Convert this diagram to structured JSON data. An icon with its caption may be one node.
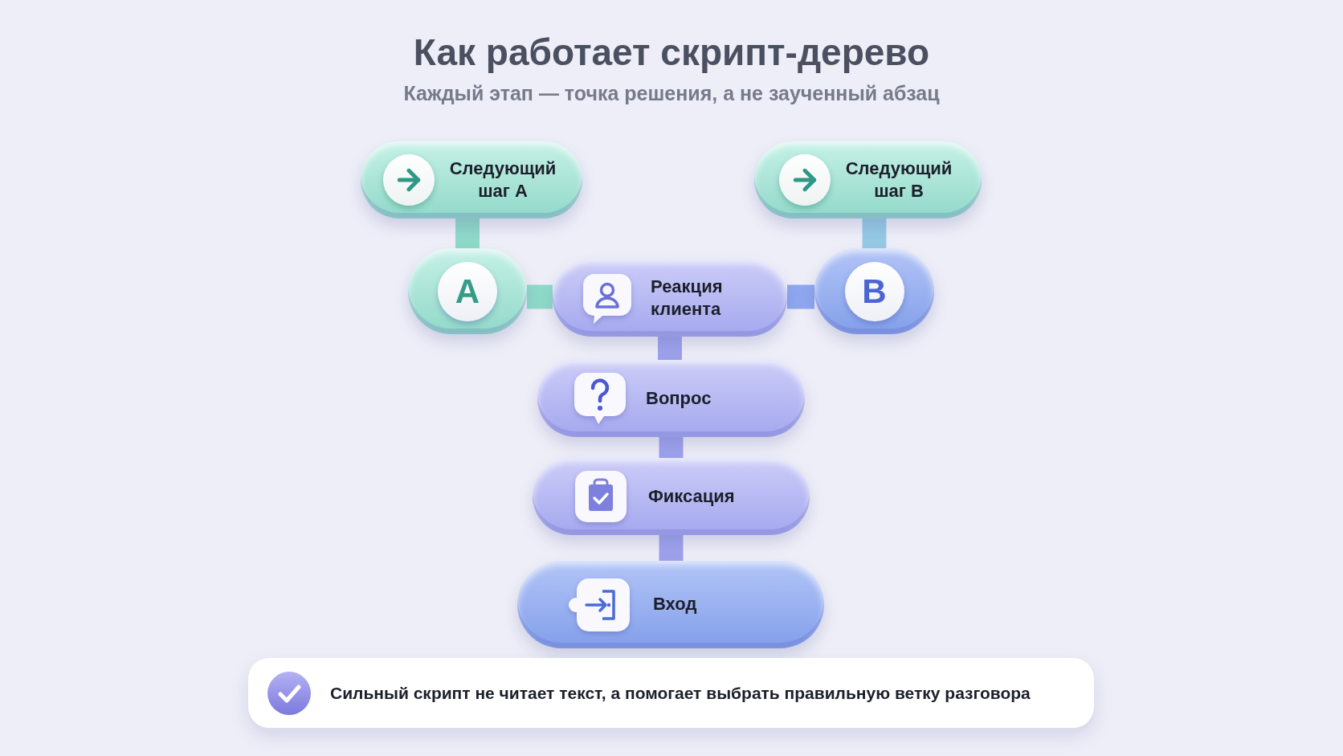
{
  "diagram": {
    "title": "Как работает скрипт-дерево",
    "nodes": [
      {
        "text": [
          "Следующий шаг А"
        ]
      },
      {
        "text": [
          "Следующий шаг В"
        ]
      },
      {
        "text": [
          "А"
        ]
      },
      {
        "text": [
          "Реакция клиента"
        ]
      },
      {
        "text": [
          "В"
        ]
      },
      {
        "text": [
          "Вопрос"
        ]
      },
      {
        "text": [
          "Фиксация"
        ]
      },
      {
        "text": [
          "Вход"
        ]
      },
      {
        "text": [
          "Сильный скрипт не читает текст, а помогает выбрать правильную ветку разговора"
        ]
      }
    ],
    "edges": [
      {
        "from": 7,
        "to": 6,
        "arrow": "none"
      },
      {
        "from": 6,
        "to": 5,
        "arrow": "none"
      },
      {
        "from": 5,
        "to": 3,
        "arrow": "none"
      },
      {
        "from": 3,
        "to": 2,
        "arrow": "none",
        "color": "#8fd9c9"
      },
      {
        "from": 3,
        "to": 4,
        "arrow": "none",
        "color": "#8ea7ef"
      },
      {
        "from": 2,
        "to": 0,
        "arrow": "none",
        "color": "#8fd9c9"
      },
      {
        "from": 4,
        "to": 1,
        "arrow": "none",
        "color": "#95c9e4"
      }
    ],
    "labels": [
      "Каждый этап — точка решения, а не заученный абзац"
    ]
  }
}
